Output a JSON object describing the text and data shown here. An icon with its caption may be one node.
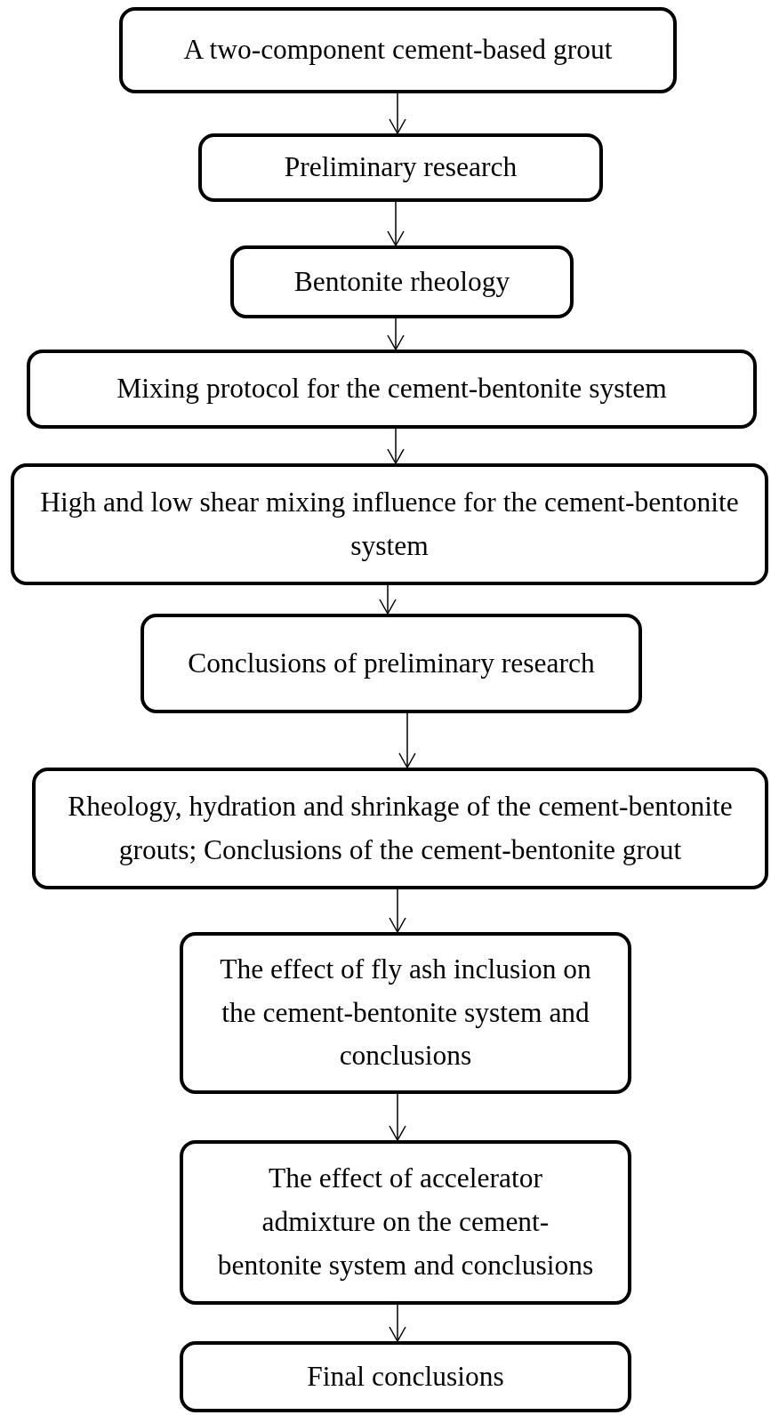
{
  "diagram": {
    "nodes": [
      {
        "text": [
          "A two-component cement-based grout"
        ]
      },
      {
        "text": [
          "Preliminary research"
        ]
      },
      {
        "text": [
          "Bentonite rheology"
        ]
      },
      {
        "text": [
          "Mixing protocol for the cement-bentonite system"
        ]
      },
      {
        "text": [
          "High and low shear mixing influence for the cement-bentonite system"
        ]
      },
      {
        "text": [
          "Conclusions of preliminary research"
        ]
      },
      {
        "text": [
          "Rheology, hydration and shrinkage of the cement-bentonite grouts; Conclusions of the cement-bentonite grout"
        ]
      },
      {
        "text": [
          "The effect of fly ash inclusion on the cement-bentonite system and conclusions"
        ]
      },
      {
        "text": [
          "The effect of accelerator admixture on the cement-bentonite system and conclusions"
        ]
      },
      {
        "text": [
          "Final conclusions"
        ]
      }
    ],
    "edges": [
      {
        "from": 0,
        "to": 1,
        "arrow": "to"
      },
      {
        "from": 1,
        "to": 2,
        "arrow": "to"
      },
      {
        "from": 2,
        "to": 3,
        "arrow": "to"
      },
      {
        "from": 3,
        "to": 4,
        "arrow": "to"
      },
      {
        "from": 4,
        "to": 5,
        "arrow": "to"
      },
      {
        "from": 5,
        "to": 6,
        "arrow": "to"
      },
      {
        "from": 6,
        "to": 7,
        "arrow": "to"
      },
      {
        "from": 7,
        "to": 8,
        "arrow": "to"
      },
      {
        "from": 8,
        "to": 9,
        "arrow": "to"
      }
    ]
  }
}
